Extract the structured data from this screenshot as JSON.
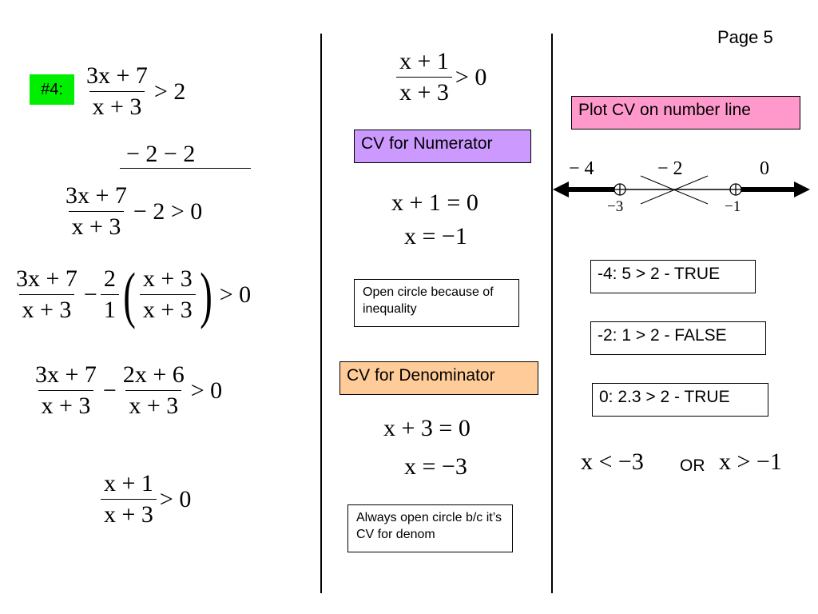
{
  "page_label": "Page 5",
  "problem_tag": "#4:",
  "left": {
    "original": {
      "num": "3x + 7",
      "den": "x + 3",
      "rhs": "> 2"
    },
    "subtract": "− 2  − 2",
    "step1": {
      "num": "3x + 7",
      "den": "x + 3",
      "rest": "− 2 > 0"
    },
    "step2": {
      "num1": "3x + 7",
      "den1": "x + 3",
      "minus": "−",
      "num2": "2",
      "den2": "1",
      "num3": "x + 3",
      "den3": "x + 3",
      "lparen": "(",
      "rparen": ")",
      "rhs": "> 0"
    },
    "step3": {
      "num1": "3x + 7",
      "den1": "x + 3",
      "minus": "−",
      "num2": "2x + 6",
      "den2": "x + 3",
      "rhs": "> 0"
    },
    "step4": {
      "num": "x + 1",
      "den": "x + 3",
      "rhs": "> 0"
    }
  },
  "middle": {
    "inequality": {
      "num": "x + 1",
      "den": "x + 3",
      "rhs": "> 0"
    },
    "cv_numerator_label": "CV for Numerator",
    "num_eq1": "x + 1 = 0",
    "num_eq2": "x = −1",
    "note_open": "Open circle because of inequality",
    "cv_denominator_label": "CV for Denominator",
    "den_eq1": "x + 3 = 0",
    "den_eq2": "x = −3",
    "note_always": "Always open circle b/c it’s CV for denom"
  },
  "right": {
    "plot_label": "Plot CV on number line",
    "test_points": [
      "− 4",
      "− 2",
      "0"
    ],
    "cv_points": [
      "−3",
      "−1"
    ],
    "tests": [
      "-4: 5 > 2 - TRUE",
      "-2: 1 > 2 - FALSE",
      "0: 2.3 > 2 - TRUE"
    ],
    "answer_left": "x < −3",
    "answer_or": "OR",
    "answer_right": "x > −1"
  },
  "colors": {
    "tag_green": "#00ee00",
    "cv_num_purple": "#cc99ff",
    "cv_den_orange": "#ffcc99",
    "plot_pink": "#ff99cc"
  }
}
